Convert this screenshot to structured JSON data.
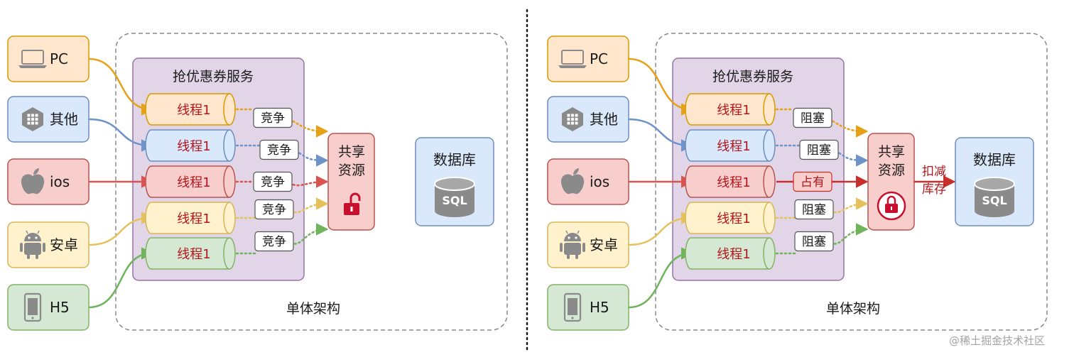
{
  "colors": {
    "pc": {
      "fill": "#ffe6cc",
      "stroke": "#d79b00",
      "line": "#e6a117"
    },
    "other": {
      "fill": "#dae8fc",
      "stroke": "#6c8ebf",
      "line": "#6d93c9"
    },
    "ios": {
      "fill": "#f8cecc",
      "stroke": "#b85450",
      "line": "#d9534f"
    },
    "android": {
      "fill": "#fff2cc",
      "stroke": "#d6b656",
      "line": "#e4c15a"
    },
    "h5": {
      "fill": "#d5e8d4",
      "stroke": "#82b366",
      "line": "#6fb35a"
    },
    "service_fill": "#e1d5e7",
    "service_stroke": "#9673a6",
    "db_fill": "#dae8fc",
    "db_stroke": "#6c8ebf",
    "lock_red": "#c8102e"
  },
  "left": {
    "clients": [
      {
        "label": "PC",
        "icon": "laptop-icon"
      },
      {
        "label": "其他",
        "icon": "hexagon-grid-icon"
      },
      {
        "label": "ios",
        "icon": "apple-icon"
      },
      {
        "label": "安卓",
        "icon": "android-icon"
      },
      {
        "label": "H5",
        "icon": "phone-icon"
      }
    ],
    "service_title": "抢优惠券服务",
    "threads": [
      "线程1",
      "线程1",
      "线程1",
      "线程1",
      "线程1"
    ],
    "tags": [
      "竞争",
      "竞争",
      "竞争",
      "竞争",
      "竞争"
    ],
    "shared": [
      "共享",
      "资源"
    ],
    "database": "数据库",
    "sql": "SQL",
    "arch_label": "单体架构"
  },
  "right": {
    "clients": [
      {
        "label": "PC",
        "icon": "laptop-icon"
      },
      {
        "label": "其他",
        "icon": "hexagon-grid-icon"
      },
      {
        "label": "ios",
        "icon": "apple-icon"
      },
      {
        "label": "安卓",
        "icon": "android-icon"
      },
      {
        "label": "H5",
        "icon": "phone-icon"
      }
    ],
    "service_title": "抢优惠券服务",
    "threads": [
      "线程1",
      "线程1",
      "线程1",
      "线程1",
      "线程1"
    ],
    "tags": [
      "阻塞",
      "阻塞",
      "占有",
      "阻塞",
      "阻塞"
    ],
    "shared": [
      "共享",
      "资源"
    ],
    "operation": [
      "扣减",
      "库存"
    ],
    "database": "数据库",
    "sql": "SQL",
    "arch_label": "单体架构"
  },
  "watermark": "@稀土掘金技术社区"
}
